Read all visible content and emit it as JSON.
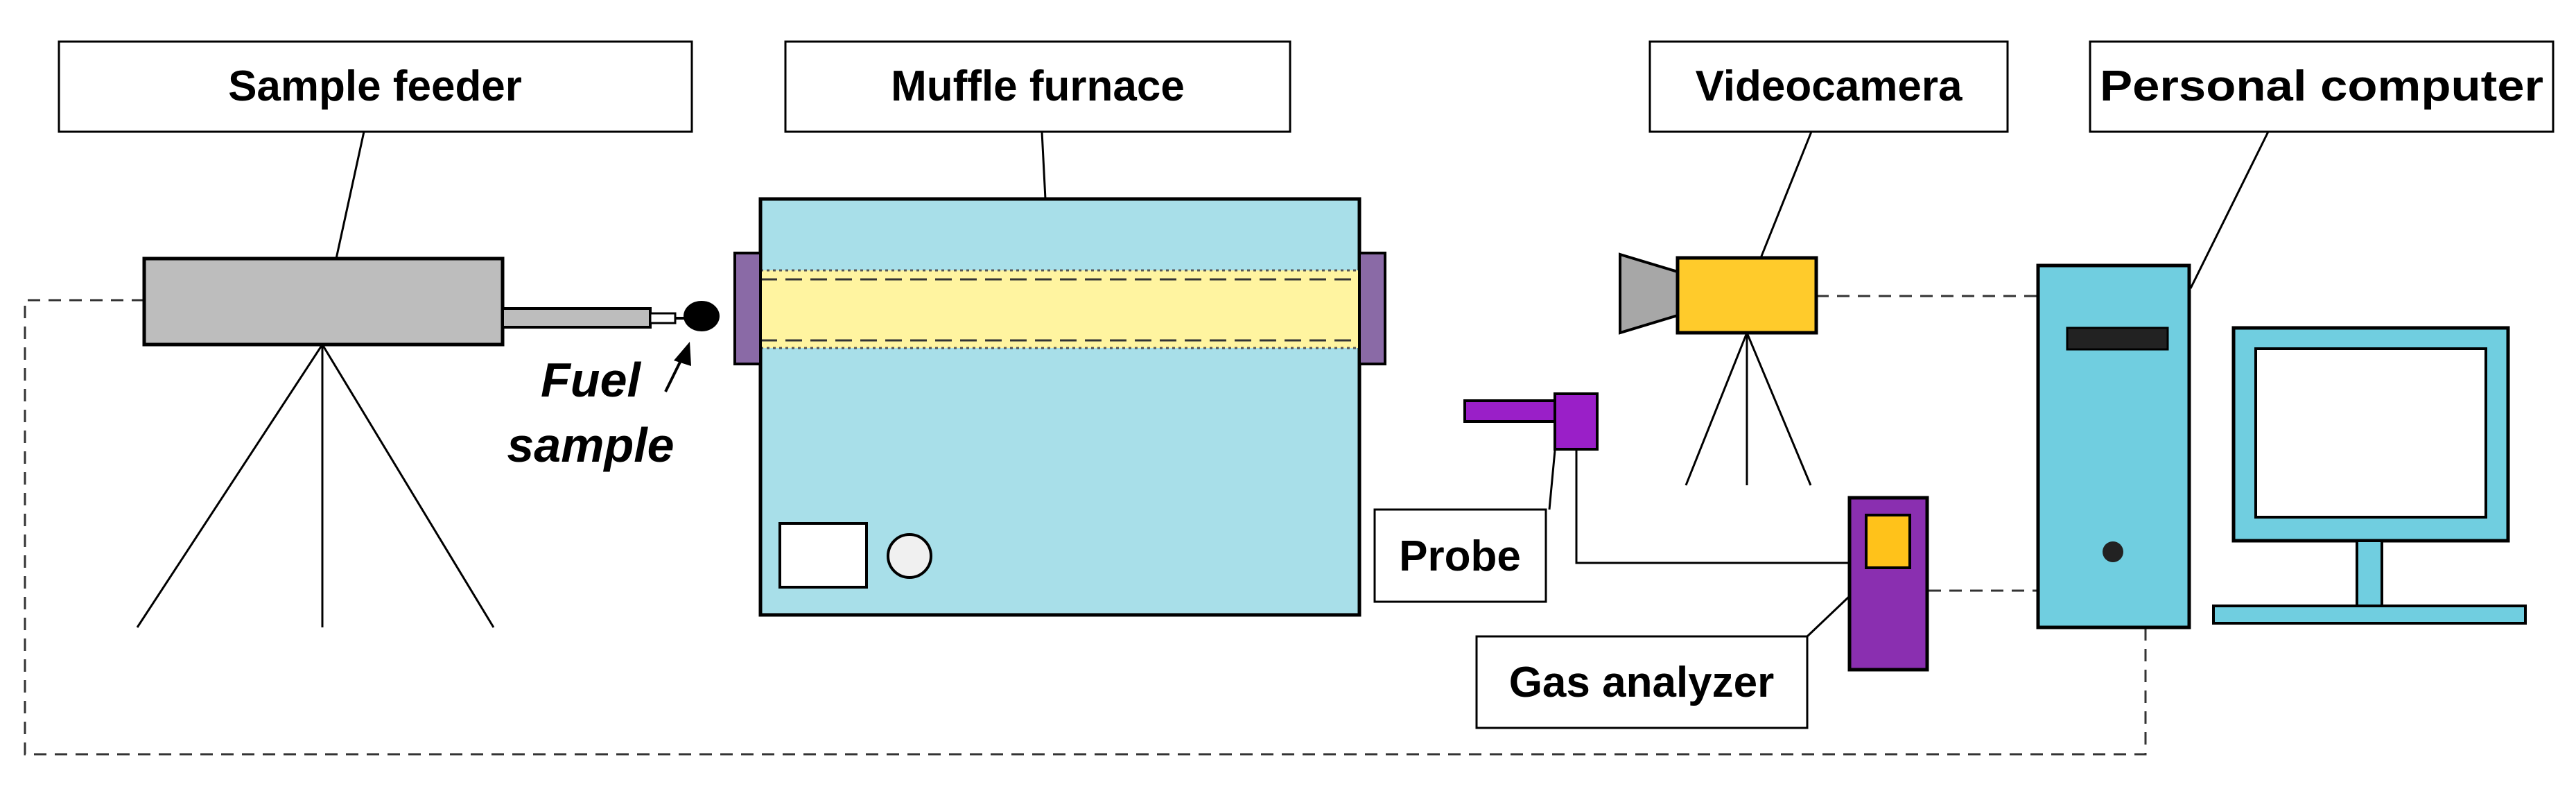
{
  "labels": {
    "sample_feeder": "Sample feeder",
    "muffle_furnace": "Muffle furnace",
    "videocamera": "Videocamera",
    "personal_computer": "Personal computer",
    "probe": "Probe",
    "gas_analyzer": "Gas analyzer",
    "fuel_line1": "Fuel",
    "fuel_line2": "sample"
  },
  "colors": {
    "feeder_body": "#bdbdbd",
    "furnace_body": "#a8dfe9",
    "furnace_tube": "#fff4a0",
    "furnace_flange": "#8a6aa6",
    "camera_body": "#ffcb2b",
    "camera_lens": "#a7a7a7",
    "probe_color": "#9a1fc8",
    "analyzer_body": "#8a2fb0",
    "analyzer_screen": "#ffc21a",
    "computer_color": "#70cee0",
    "fuel_sample": "#000000"
  }
}
